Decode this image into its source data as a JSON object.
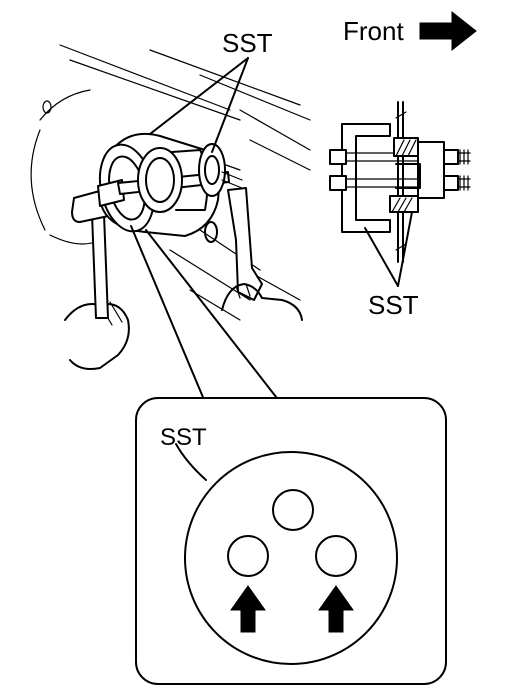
{
  "labels": {
    "sst_top": "SST",
    "front": "Front",
    "sst_right": "SST",
    "sst_inset": "SST"
  },
  "icons": {
    "front_arrow": "right-arrow-icon",
    "push_arrows": "up-arrow-icon"
  },
  "colors": {
    "ink": "#000000",
    "paper": "#ffffff"
  }
}
